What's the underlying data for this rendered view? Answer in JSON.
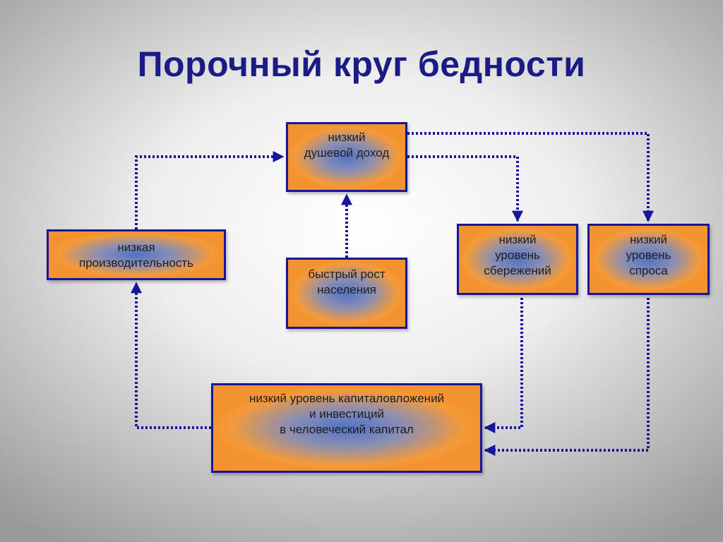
{
  "title": "Порочный круг бедности",
  "boxes": {
    "income": "низкий\nдушевой доход",
    "productivity": "низкая\nпроизводительность",
    "population": "быстрый рост\nнаселения",
    "savings": "низкий\nуровень\nсбережений",
    "demand": "низкий\nуровень\nспроса",
    "investment": "низкий уровень капиталовложений\nи инвестиций\nв человеческий капитал"
  },
  "colors": {
    "title": "#1b1b86",
    "box_border": "#16169a",
    "box_fill_outer": "#f39330",
    "box_fill_center": "#4f74c6",
    "arrow": "#16169a"
  },
  "links": [
    {
      "from": "productivity",
      "to": "income",
      "style": "dotted-arrow"
    },
    {
      "from": "population",
      "to": "income",
      "style": "dotted-arrow"
    },
    {
      "from": "income",
      "to": "savings",
      "style": "dotted-arrow"
    },
    {
      "from": "income",
      "to": "demand",
      "style": "dotted-arrow"
    },
    {
      "from": "savings",
      "to": "investment",
      "style": "dotted-arrow"
    },
    {
      "from": "demand",
      "to": "investment",
      "style": "dotted-arrow"
    },
    {
      "from": "investment",
      "to": "productivity",
      "style": "dotted-arrow"
    }
  ]
}
